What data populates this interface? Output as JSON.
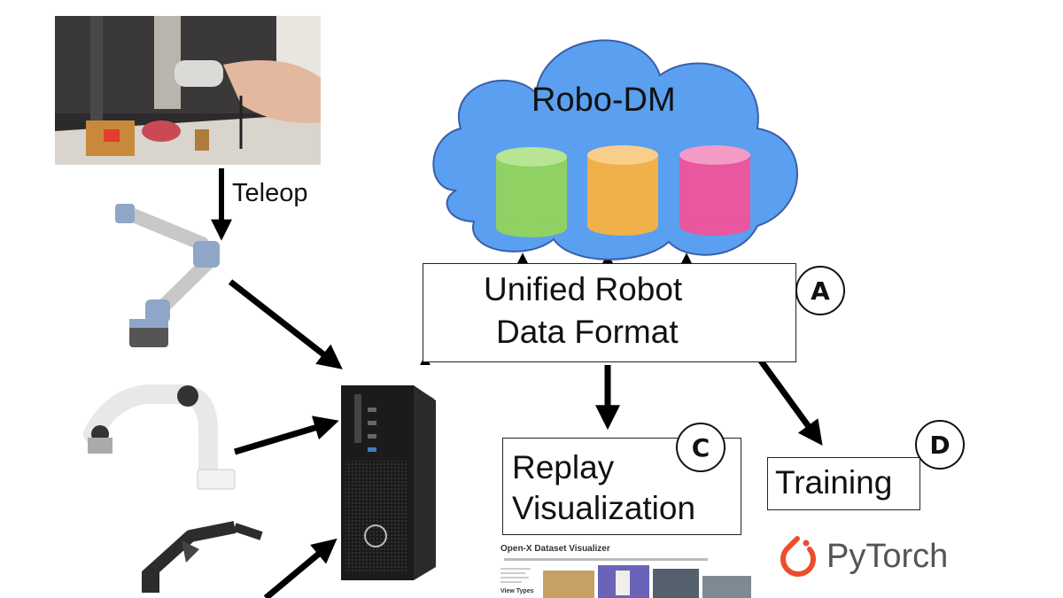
{
  "cloud": {
    "title": "Robo-DM",
    "color": "#5b9ff0"
  },
  "teleop_label": "Teleop",
  "unified_box": {
    "line1": "Unified Robot",
    "line2": "Data Format",
    "marker": "A"
  },
  "replay_box": {
    "line1": "Replay",
    "line2": "Visualization",
    "marker": "C"
  },
  "training_box": {
    "label": "Training",
    "marker": "D"
  },
  "pytorch": {
    "name": "PyTorch",
    "color": "#ee4c2c"
  },
  "visualizer": {
    "title": "Open-X Dataset Visualizer",
    "sidebar_heading": "View Types"
  },
  "db_colors": {
    "green": "#8fd163",
    "orange": "#f0b04a",
    "pink": "#e9579e"
  },
  "icons": [
    "teleop-photo",
    "ur-robot-arm-icon",
    "franka-robot-arm-icon",
    "dark-robot-arm-icon",
    "desktop-computer-icon",
    "pytorch-logo-icon"
  ]
}
